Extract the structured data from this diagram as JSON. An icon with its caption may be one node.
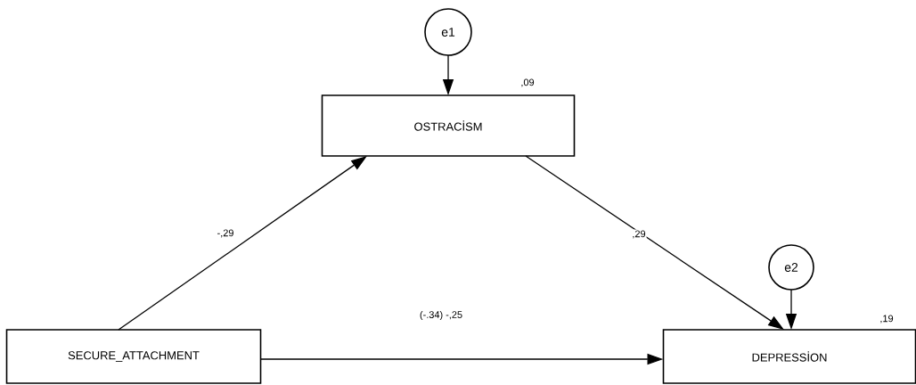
{
  "diagram": {
    "nodes": [
      {
        "text": [
          "e1"
        ]
      },
      {
        "text": [
          "OSTRACİSM"
        ],
        "beside": [
          ",09"
        ]
      },
      {
        "text": [
          "e2"
        ]
      },
      {
        "text": [
          "SECURE_ATTACHMENT"
        ]
      },
      {
        "text": [
          "DEPRESSİON"
        ],
        "beside": [
          ",19"
        ]
      }
    ],
    "edges": [
      {
        "from": 0,
        "to": 1,
        "arrow": "to"
      },
      {
        "from": 3,
        "to": 1,
        "arrow": "to",
        "label": "-,29"
      },
      {
        "from": 1,
        "to": 4,
        "arrow": "to",
        "label": ",29"
      },
      {
        "from": 2,
        "to": 4,
        "arrow": "to"
      },
      {
        "from": 3,
        "to": 4,
        "arrow": "to",
        "label": "(-.34) -,25"
      }
    ]
  }
}
